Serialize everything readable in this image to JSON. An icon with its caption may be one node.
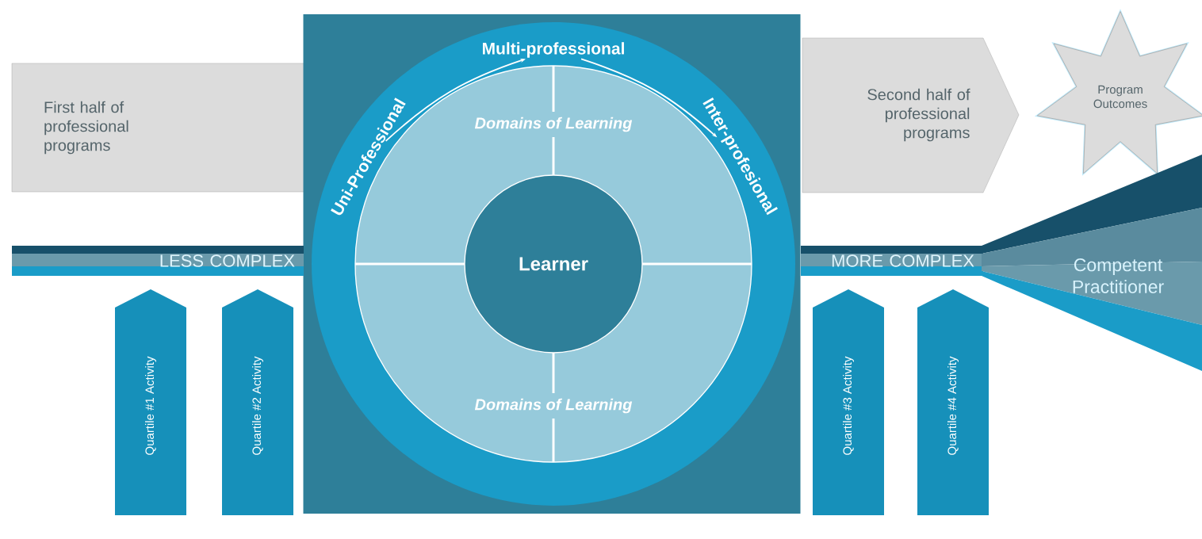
{
  "diagram": {
    "nodes": [
      {
        "text": [
          "First half of professional programs"
        ]
      },
      {
        "text": [],
        "shape": "box"
      },
      {
        "text": [],
        "shape": "circle",
        "in": 1
      },
      {
        "text": [
          "Uni-Professional"
        ],
        "in": 2
      },
      {
        "text": [
          "Multi-professional"
        ],
        "in": 2
      },
      {
        "text": [
          "Inter-profesional"
        ],
        "in": 2
      },
      {
        "text": [
          "Domains of Learning",
          "Domains of Learning"
        ],
        "in": 2
      },
      {
        "text": [
          "Learner"
        ],
        "in": 6
      },
      {
        "text": [
          "Second half of professional programs"
        ]
      },
      {
        "text": [
          "Program Outcomes"
        ]
      },
      {
        "text": [
          "LESS COMPLEX"
        ]
      },
      {
        "text": [
          "MORE COMPLEX"
        ]
      },
      {
        "text": [
          "Competent Practitioner"
        ]
      },
      {
        "text": [
          "Quartile #1 Activity"
        ]
      },
      {
        "text": [
          "Quartile #2 Activity"
        ]
      },
      {
        "text": [
          "Quartile #3 Activity"
        ]
      },
      {
        "text": [
          "Quartile #4 Activity"
        ]
      }
    ],
    "edges": [
      {
        "from": 3,
        "to": 4,
        "arrow": "to"
      },
      {
        "from": 4,
        "to": 5,
        "arrow": "to"
      }
    ]
  }
}
